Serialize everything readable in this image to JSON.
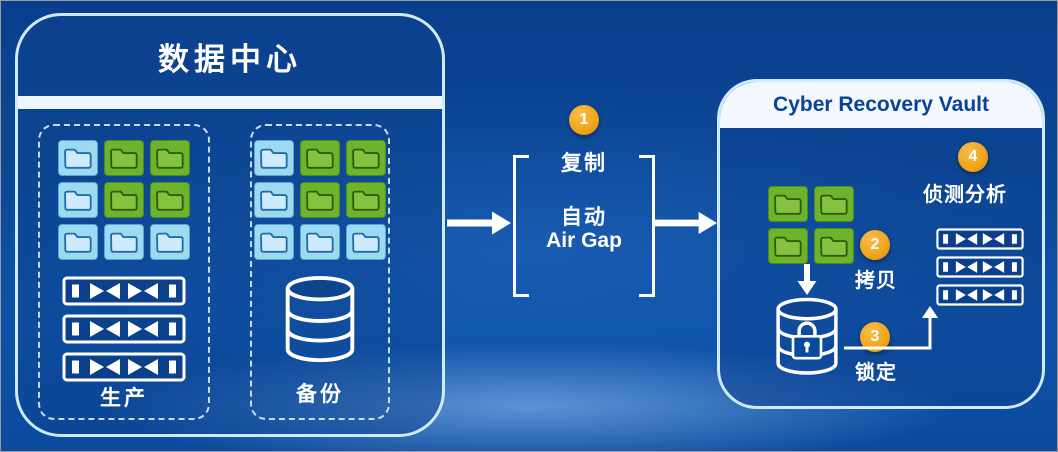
{
  "colors": {
    "panel_border": "#cfeaf8",
    "badge_orange": "#f2a61d",
    "vault_title": "#0a4296",
    "folder_blue_bg": "#9ed9f2",
    "folder_blue_border": "#57a7cf",
    "folder_blue_glyph_fill": "#cfeafc",
    "folder_blue_glyph_stroke": "#1e6fa8",
    "folder_green_bg": "#6db42c",
    "folder_green_border": "#4c8c1d",
    "folder_green_glyph_fill": "#85c23f",
    "folder_green_glyph_stroke": "#2d5e10"
  },
  "datacenter": {
    "title": "数据中心",
    "production": {
      "label": "生产",
      "folder_grid": [
        [
          "blue",
          "green",
          "green"
        ],
        [
          "blue",
          "green",
          "green"
        ],
        [
          "blue",
          "blue",
          "blue"
        ]
      ],
      "storage_rows": 3
    },
    "backup": {
      "label": "备份",
      "folder_grid": [
        [
          "blue",
          "green",
          "green"
        ],
        [
          "blue",
          "green",
          "green"
        ],
        [
          "blue",
          "blue",
          "blue"
        ]
      ]
    }
  },
  "airgap": {
    "badge": "1",
    "badge_label": "复制",
    "title_line1": "自动",
    "title_line2": "Air Gap"
  },
  "vault": {
    "title": "Cyber Recovery Vault",
    "folder_grid": [
      [
        "green",
        "green"
      ],
      [
        "green",
        "green"
      ]
    ],
    "storage_rows": 3,
    "steps": {
      "copy": {
        "badge": "2",
        "label": "拷贝"
      },
      "lock": {
        "badge": "3",
        "label": "锁定"
      },
      "analyze": {
        "badge": "4",
        "label": "侦测分析"
      }
    }
  }
}
